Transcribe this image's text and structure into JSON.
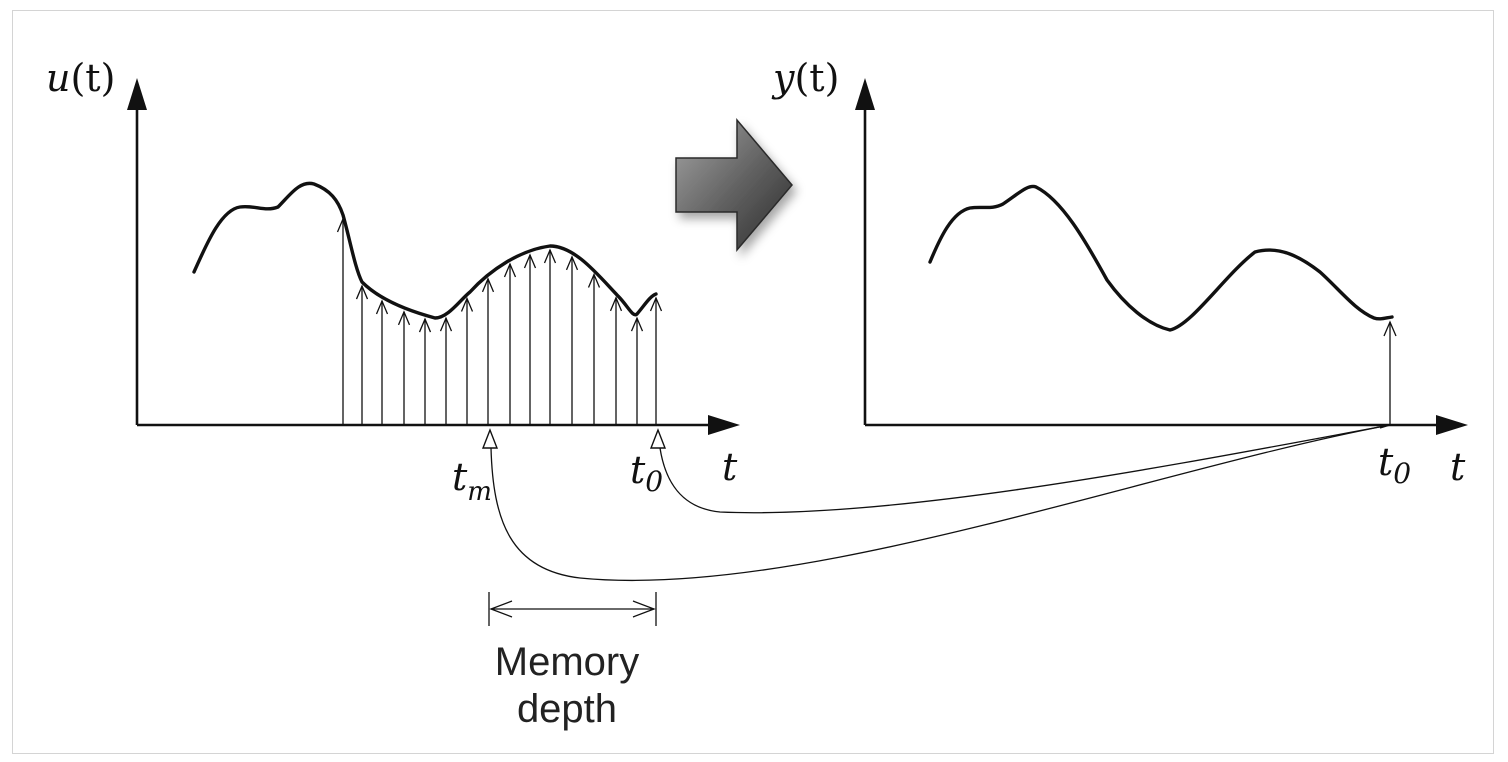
{
  "input_plot": {
    "y_label_var": "u",
    "y_label_arg": "(t)",
    "x_label": "t",
    "t_m_base": "t",
    "t_m_sub": "m",
    "t_0_base": "t",
    "t_0_sub": "0"
  },
  "output_plot": {
    "y_label_var": "y",
    "y_label_arg": "(t)",
    "x_label": "t",
    "t_0_base": "t",
    "t_0_sub": "0"
  },
  "memory_label": {
    "line1": "Memory",
    "line2": "depth"
  },
  "colors": {
    "arrow_dark": "#3a3a3a",
    "arrow_light": "#9a9a9a",
    "ink": "#111111"
  }
}
